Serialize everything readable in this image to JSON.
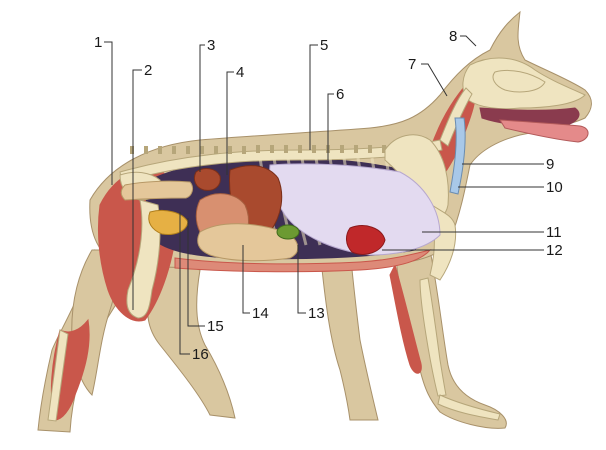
{
  "labels": [
    "1",
    "2",
    "3",
    "4",
    "5",
    "6",
    "7",
    "8",
    "9",
    "10",
    "11",
    "12",
    "13",
    "14",
    "15",
    "16"
  ],
  "colors": {
    "fur": "#d9c7a0",
    "fur_edge": "#a8916a",
    "muscle": "#c9574b",
    "muscle_light": "#dd8a78",
    "bone": "#efe4c0",
    "bone_edge": "#b6a67a",
    "lung": "#e3daf0",
    "liver": "#a94a2e",
    "stomach": "#d89070",
    "intestine": "#e4c79a",
    "heart": "#c0282a",
    "cavity": "#3e2f55",
    "gallbladder": "#6c9a32",
    "bladder": "#e6b044",
    "trachea": "#a8c8e8",
    "mouth": "#8a3b4e",
    "tongue": "#e48a8a",
    "label_text": "#1a1a1a",
    "leader_line": "#333333"
  },
  "icons": [
    "dog-anatomy-illustration"
  ]
}
